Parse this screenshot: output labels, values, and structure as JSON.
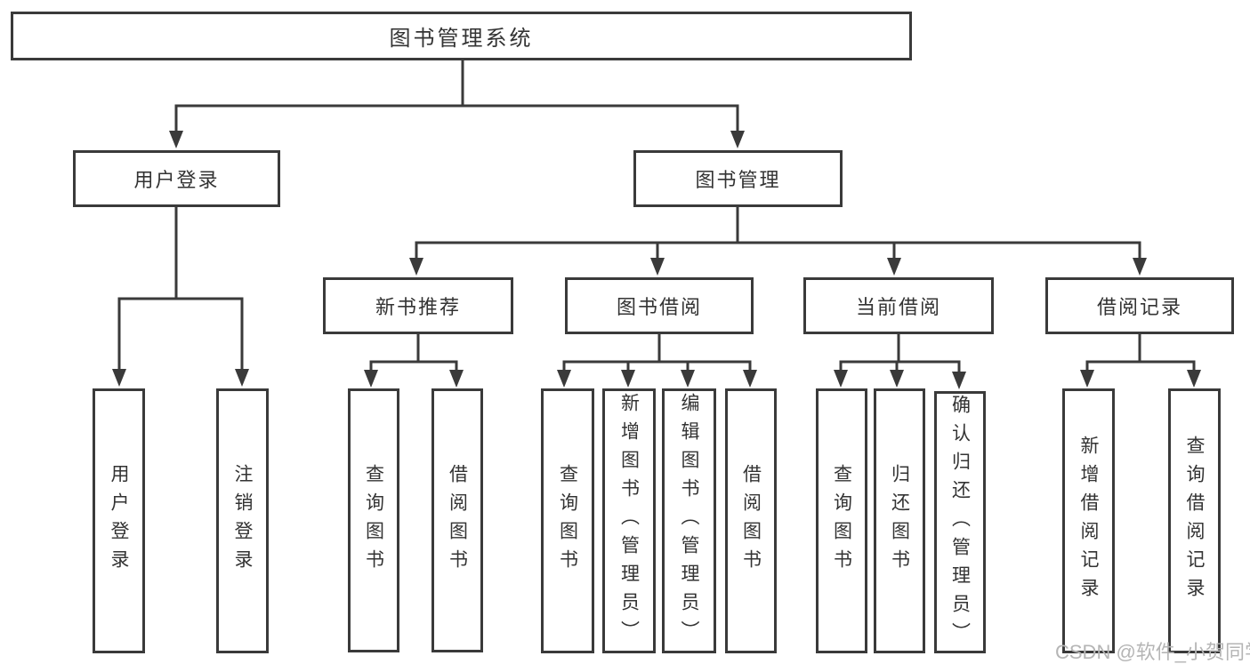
{
  "diagram": {
    "root": {
      "label": "图书管理系统"
    },
    "branches": [
      {
        "label": "用户登录",
        "children": [
          "用户登录",
          "注销登录"
        ]
      },
      {
        "label": "图书管理",
        "children": [
          {
            "label": "新书推荐",
            "children": [
              "查询图书",
              "借阅图书"
            ]
          },
          {
            "label": "图书借阅",
            "children": [
              "查询图书",
              "新增图书（管理员）",
              "编辑图书（管理员）",
              "借阅图书"
            ]
          },
          {
            "label": "当前借阅",
            "children": [
              "查询图书",
              "归还图书",
              "确认归还（管理员）"
            ]
          },
          {
            "label": "借阅记录",
            "children": [
              "新增借阅记录",
              "查询借阅记录"
            ]
          }
        ]
      }
    ]
  },
  "watermark": {
    "text": "CSDN @软件_小贺同学"
  },
  "colors": {
    "line": "#3a3a3a",
    "text": "#333333",
    "background": "#ffffff",
    "watermark": "#b5b5b5"
  }
}
